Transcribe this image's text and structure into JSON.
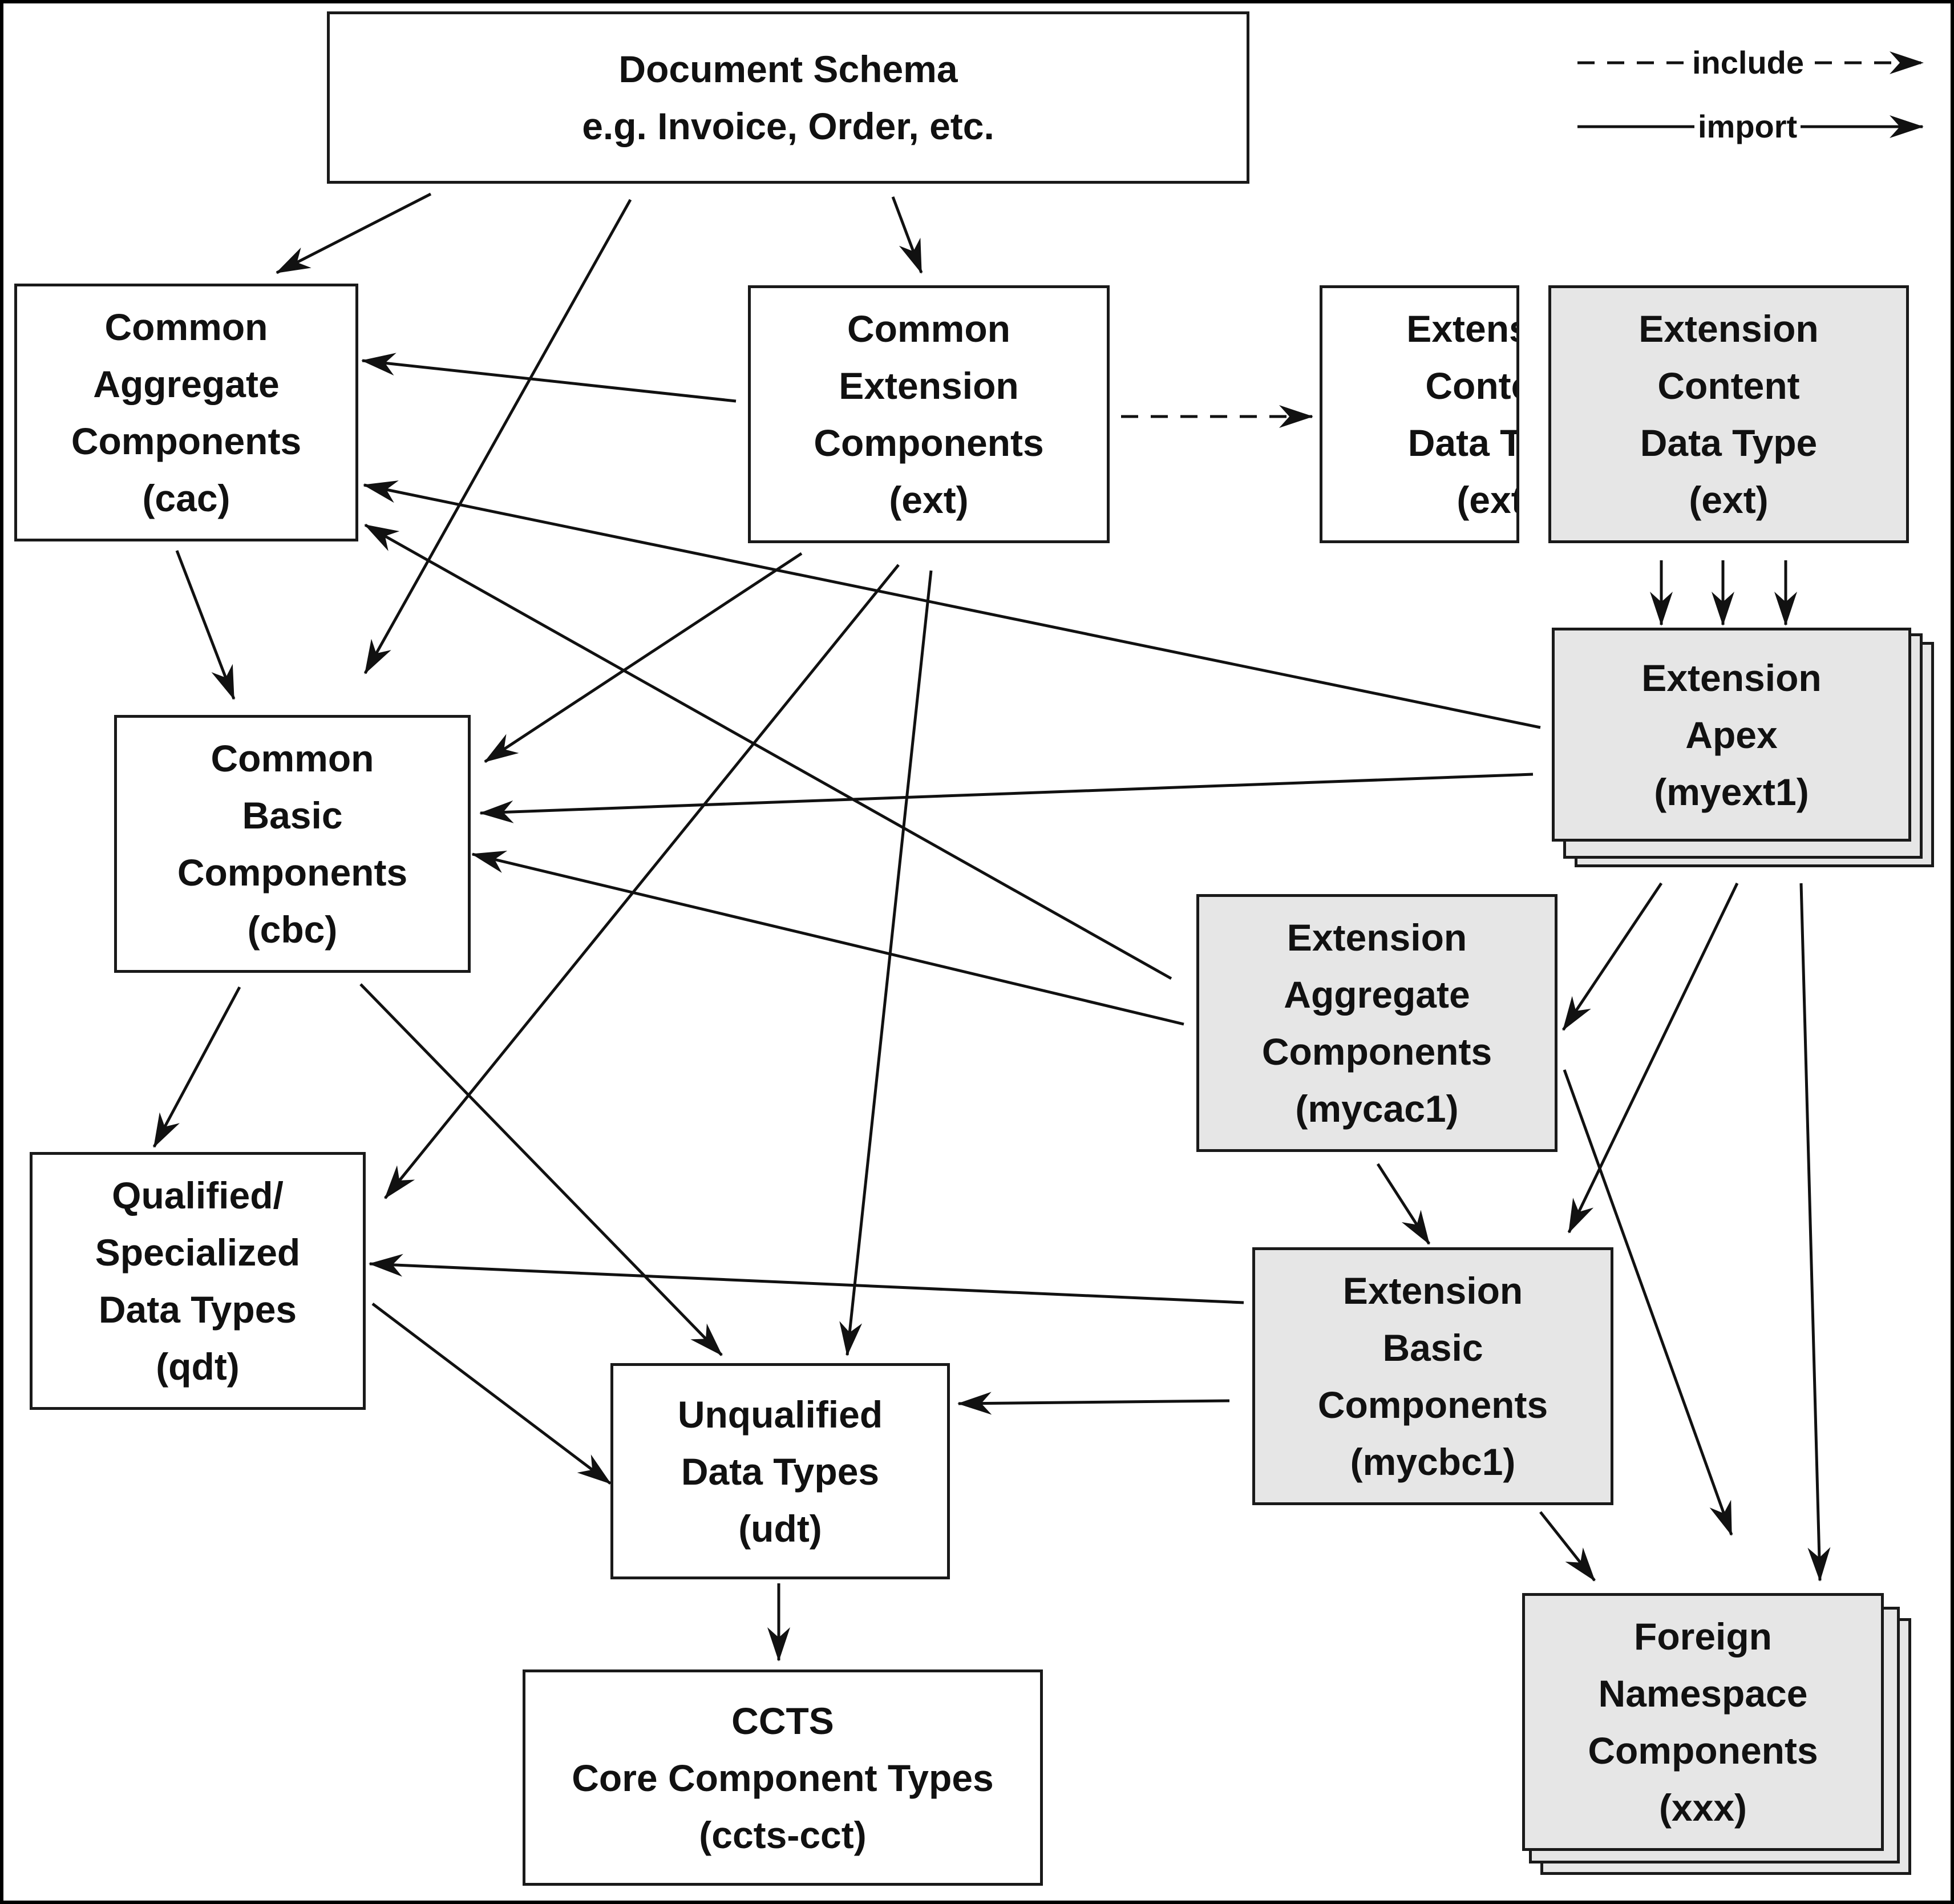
{
  "boxes": {
    "document_schema": [
      "Document Schema",
      "e.g. Invoice, Order, etc."
    ],
    "cac": [
      "Common",
      "Aggregate",
      "Components",
      "(cac)"
    ],
    "ext_common": [
      "Common",
      "Extension",
      "Components",
      "(ext)"
    ],
    "ext_content_back": [
      "Extension",
      "Content",
      "Data Type",
      "(ext)"
    ],
    "ext_content": [
      "Extension",
      "Content",
      "Data Type",
      "(ext)"
    ],
    "cbc": [
      "Common",
      "Basic",
      "Components",
      "(cbc)"
    ],
    "apex": [
      "Extension",
      "Apex",
      "(myext1)"
    ],
    "mycac": [
      "Extension",
      "Aggregate",
      "Components",
      "(mycac1)"
    ],
    "qdt": [
      "Qualified/",
      "Specialized",
      "Data Types",
      "(qdt)"
    ],
    "mycbc": [
      "Extension",
      "Basic",
      "Components",
      "(mycbc1)"
    ],
    "udt": [
      "Unqualified",
      "Data Types",
      "(udt)"
    ],
    "foreign": [
      "Foreign",
      "Namespace",
      "Components",
      "(xxx)"
    ],
    "ccts": [
      "CCTS",
      "Core Component Types",
      "(ccts-cct)"
    ]
  },
  "legend": {
    "include": "include",
    "import": "import"
  },
  "colors": {
    "line": "#111111",
    "shaded_box": "#e6e6e6",
    "plain_box": "#ffffff"
  }
}
